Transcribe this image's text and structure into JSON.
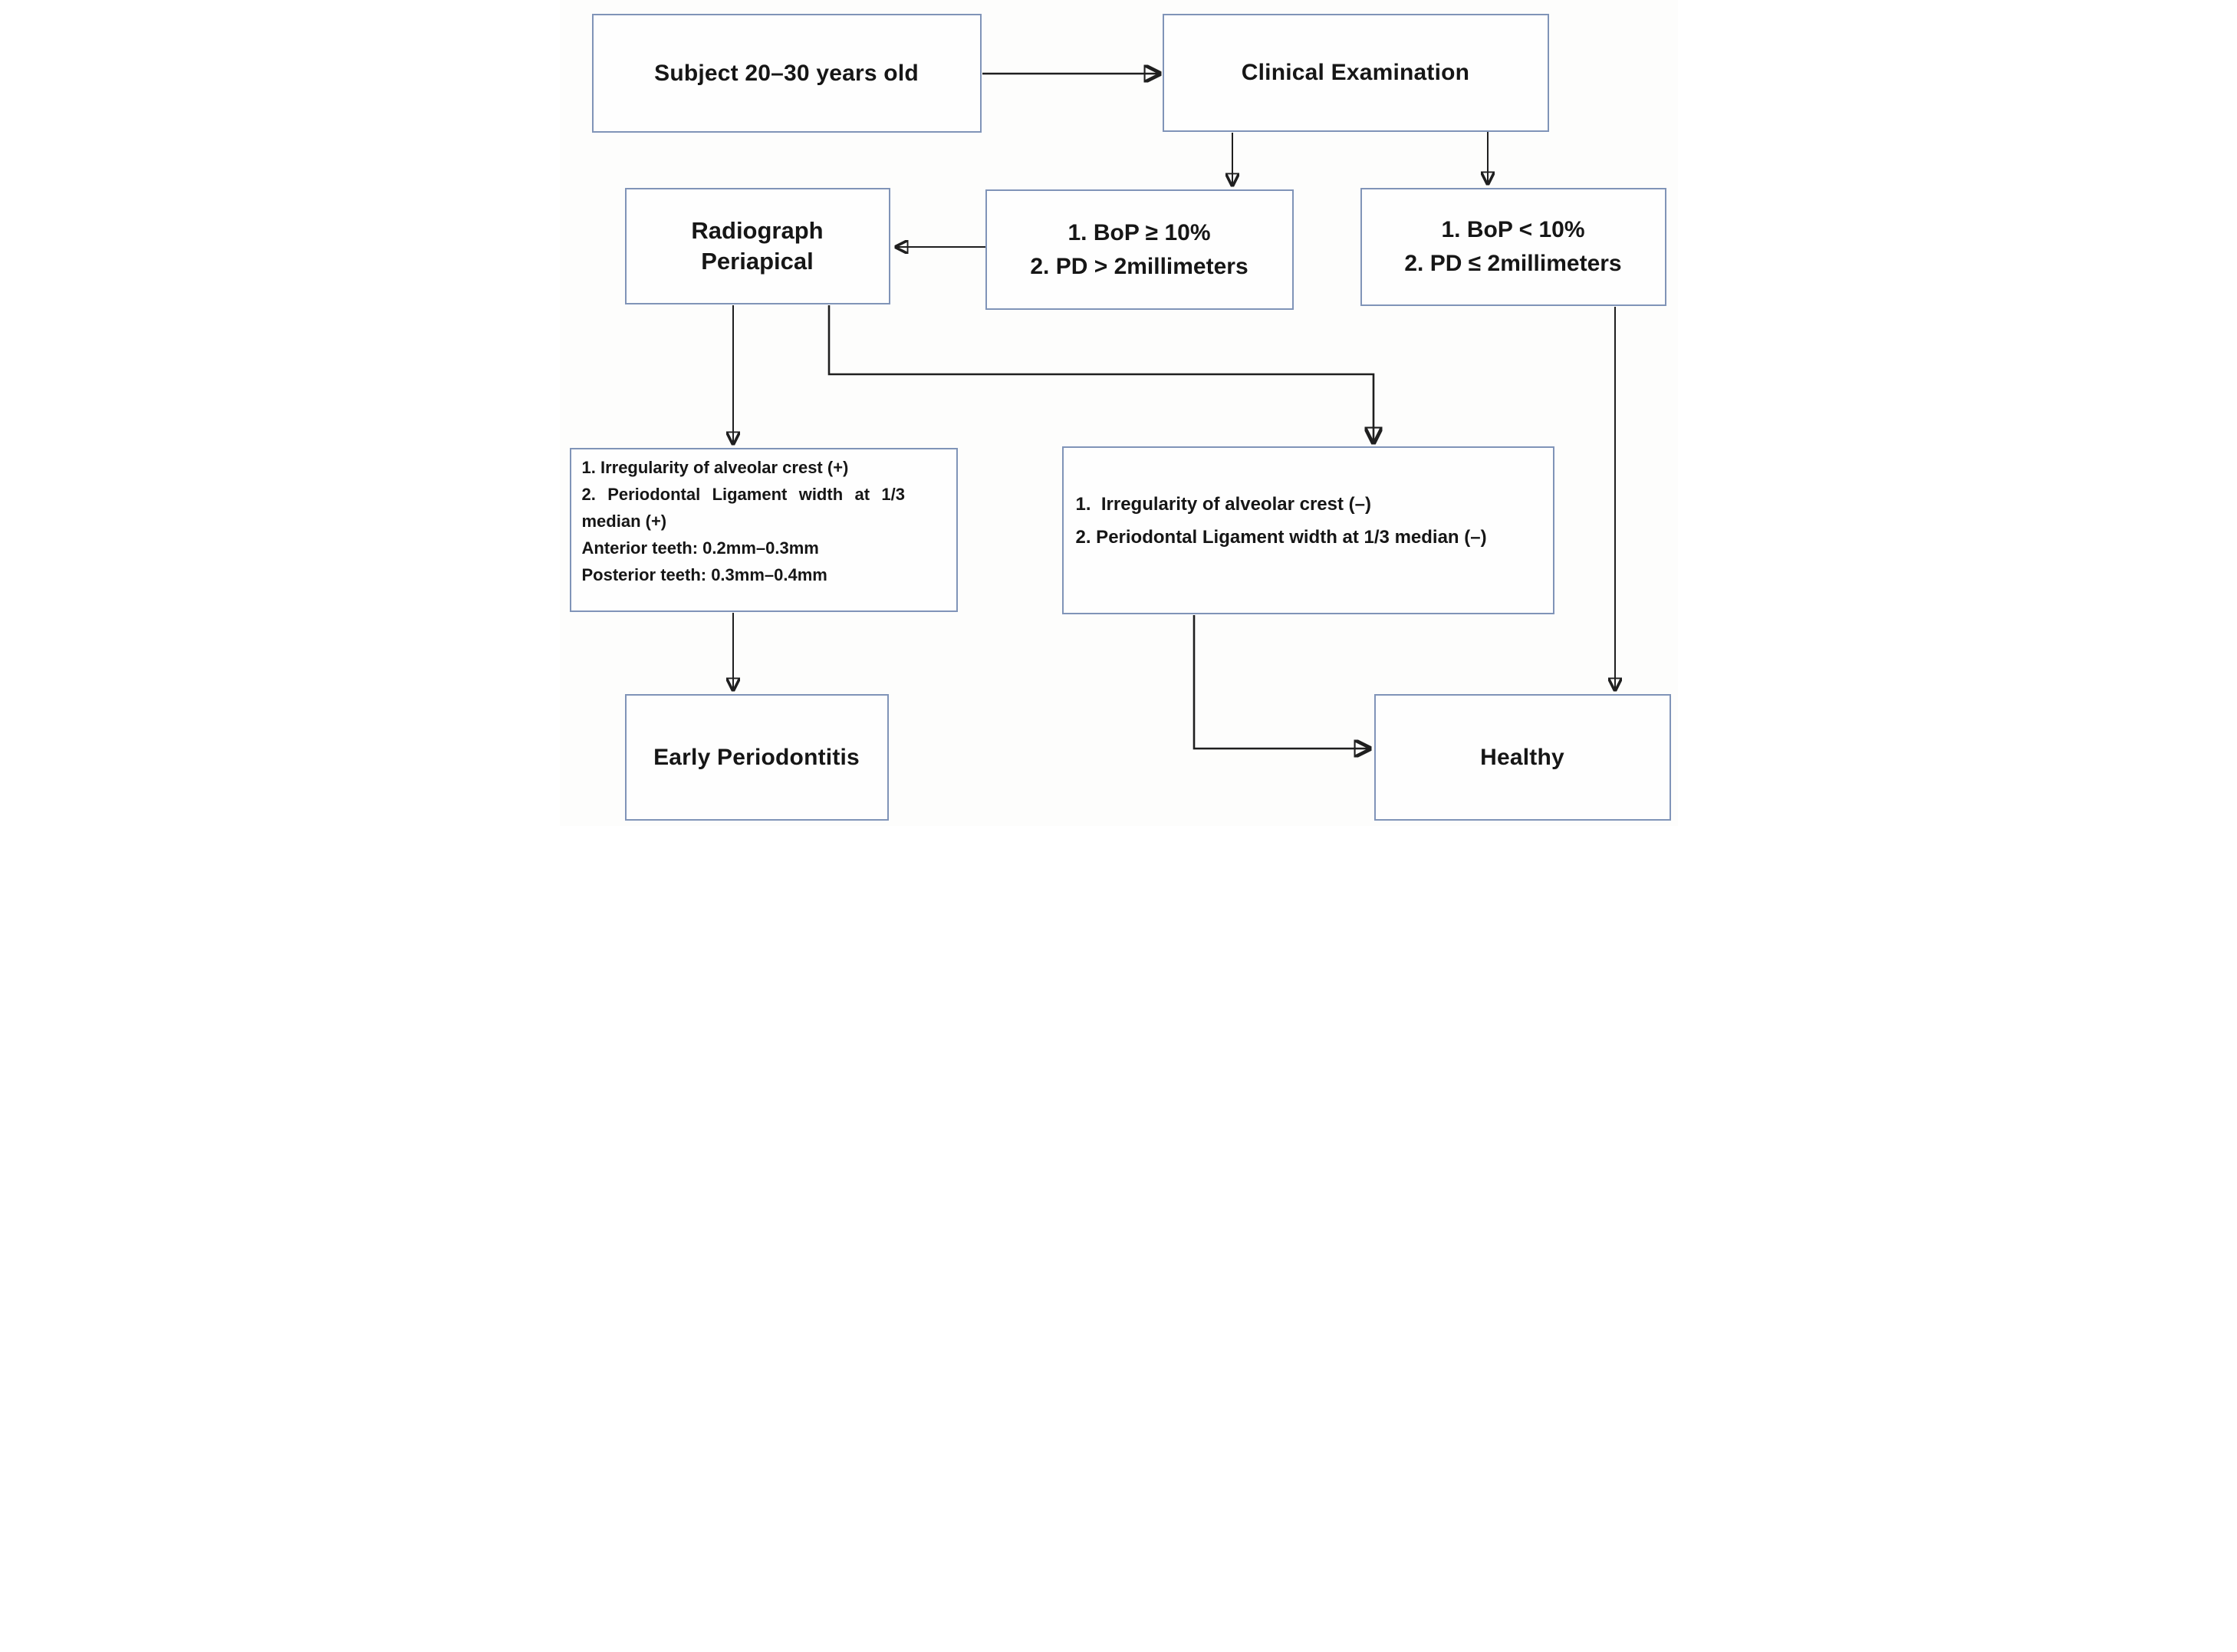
{
  "figure": {
    "type": "flowchart",
    "colors": {
      "box_border": "#8094b8",
      "box_fill": "#fefefe",
      "arrow": "#1f1f1f",
      "text": "#161616",
      "background": "#fdfdfc"
    },
    "nodes": {
      "subject": {
        "label": "Subject 20–30 years old"
      },
      "clinical": {
        "label": "Clinical Examination"
      },
      "radiograph": {
        "lines": [
          "Radiograph",
          "Periapical"
        ]
      },
      "bop_positive": {
        "lines": [
          "1. BoP ≥ 10%",
          "2. PD > 2millimeters"
        ]
      },
      "bop_negative": {
        "lines": [
          "1. BoP < 10%",
          "2. PD ≤ 2millimeters"
        ]
      },
      "radiographic_positive": {
        "lines": [
          "1. Irregularity of alveolar crest (+)",
          "2. Periodontal Ligament width at 1/3",
          "median (+)",
          "Anterior teeth: 0.2mm–0.3mm",
          "Posterior teeth: 0.3mm–0.4mm"
        ]
      },
      "radiographic_negative": {
        "lines": [
          "1.  Irregularity of alveolar crest (–)",
          "2. Periodontal Ligament width at 1/3 median (–)"
        ]
      },
      "early_periodontitis": {
        "label": "Early Periodontitis"
      },
      "healthy": {
        "label": "Healthy"
      }
    },
    "edges": [
      {
        "from": "subject",
        "to": "clinical"
      },
      {
        "from": "clinical",
        "to": "bop_positive"
      },
      {
        "from": "clinical",
        "to": "bop_negative"
      },
      {
        "from": "bop_positive",
        "to": "radiograph"
      },
      {
        "from": "radiograph",
        "to": "radiographic_positive"
      },
      {
        "from": "radiograph",
        "to": "radiographic_negative"
      },
      {
        "from": "radiographic_positive",
        "to": "early_periodontitis"
      },
      {
        "from": "radiographic_negative",
        "to": "healthy"
      },
      {
        "from": "bop_negative",
        "to": "healthy"
      }
    ]
  }
}
